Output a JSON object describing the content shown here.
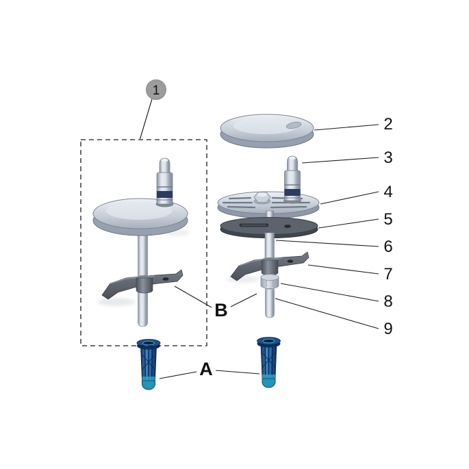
{
  "figure": {
    "background": "#ffffff"
  },
  "callouts": {
    "part1": "1",
    "part2": "2",
    "part3": "3",
    "part4": "4",
    "part5": "5",
    "part6": "6",
    "part7": "7",
    "part8": "8",
    "part9": "9",
    "groupA": "A",
    "groupB": "B"
  },
  "colors": {
    "metal_light": "#e9ecf1",
    "metal_mid": "#b6bec9",
    "metal_shadow": "#8a93a2",
    "dark_part": "#5c636d",
    "anchor_blue": "#2a6cae",
    "anchor_teal": "#2fa8c8",
    "callout_circle_fill": "#9c9c9c",
    "line_color": "#1a1a1a"
  }
}
